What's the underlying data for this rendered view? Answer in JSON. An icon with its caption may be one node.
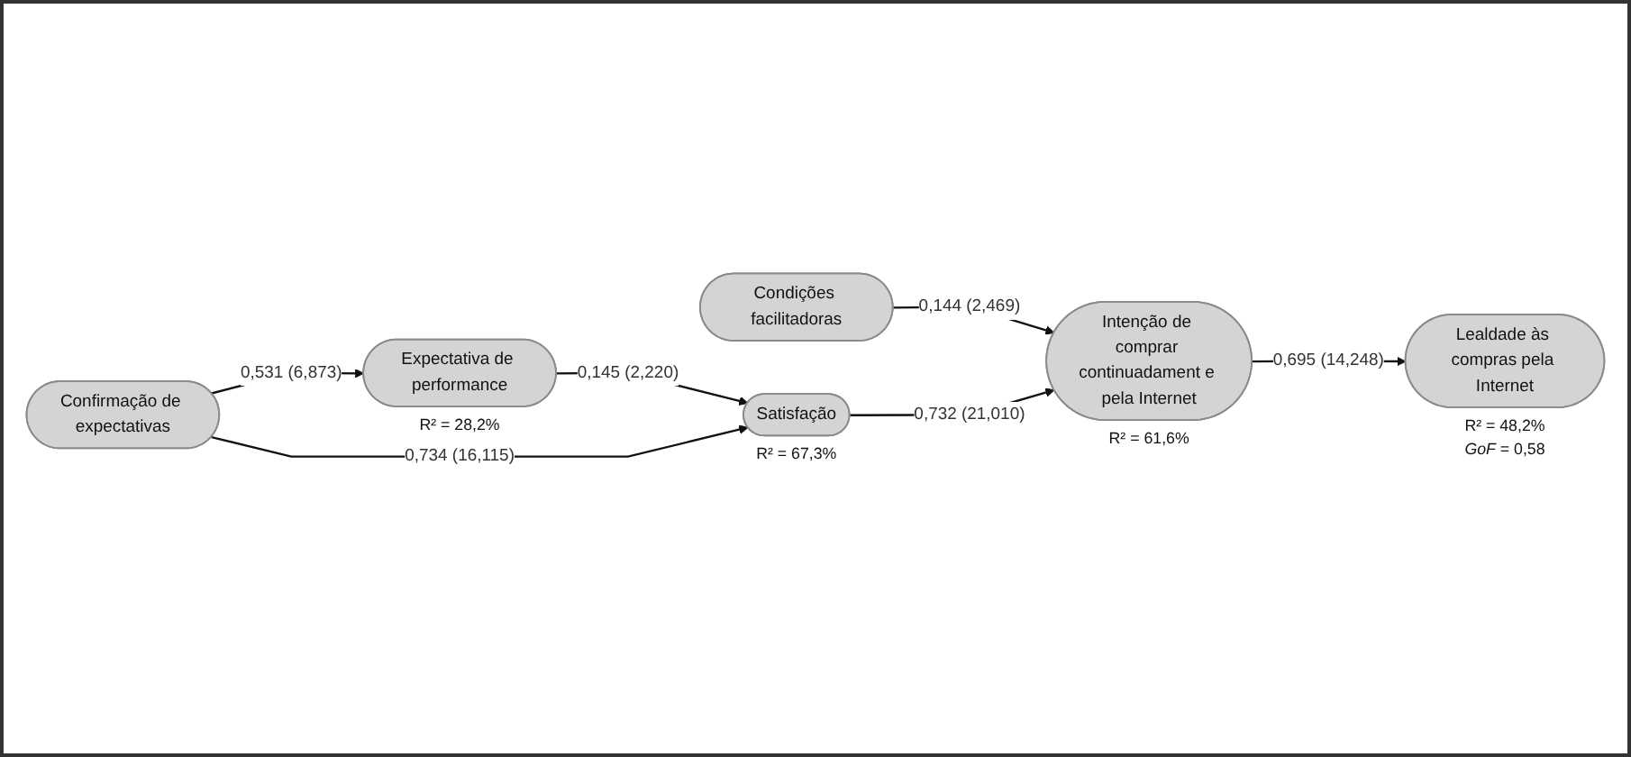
{
  "diagram": {
    "nodes": [
      {
        "text": [
          "Expectativa de performance"
        ],
        "beside": [
          "R² = 28,2%"
        ]
      },
      {
        "text": [
          "Condições facilitadoras"
        ]
      },
      {
        "text": [
          "Confirmação de expectativas"
        ]
      },
      {
        "text": [
          "Satisfação"
        ],
        "beside": [
          "R² = 67,3%"
        ]
      },
      {
        "text": [
          "Intenção de comprar continuadament e pela Internet"
        ],
        "beside": [
          "R² = 61,6%"
        ]
      },
      {
        "text": [
          "Lealdade às compras pela Internet"
        ],
        "beside": [
          "R² = 48,2%",
          "*GoF* = 0,58"
        ]
      }
    ],
    "edges": [
      {
        "from": 2,
        "to": 0,
        "arrow": "to",
        "label": "0,531 (6,873)"
      },
      {
        "from": 0,
        "to": 3,
        "arrow": "to",
        "label": "0,145 (2,220)"
      },
      {
        "from": 2,
        "to": 3,
        "arrow": "to",
        "label": "0,734 (16,115)"
      },
      {
        "from": 1,
        "to": 4,
        "arrow": "to",
        "label": "0,144 (2,469)"
      },
      {
        "from": 3,
        "to": 4,
        "arrow": "to",
        "label": "0,732 (21,010)"
      },
      {
        "from": 4,
        "to": 5,
        "arrow": "to",
        "label": "0,695 (14,248)"
      }
    ]
  }
}
